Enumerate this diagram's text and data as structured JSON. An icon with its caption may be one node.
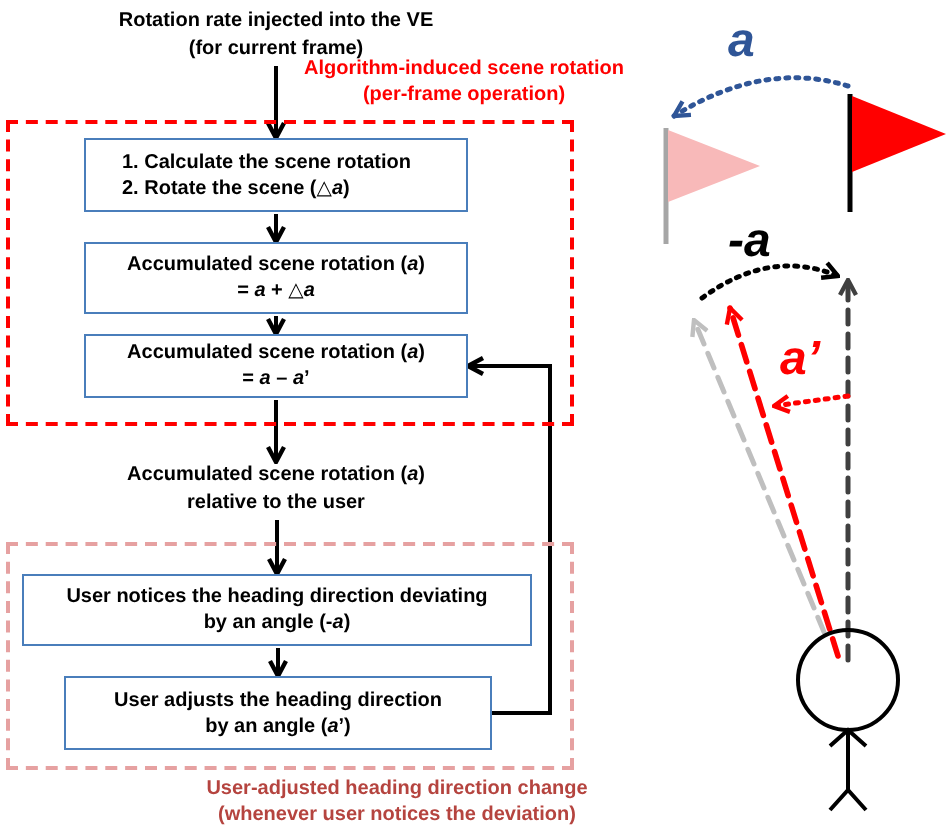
{
  "diagram": {
    "nodes": [
      {
        "text": [
          "Rotation rate injected into the VE (for current frame)"
        ]
      },
      {
        "text": [
          "Algorithm-induced scene rotation (per-frame operation)"
        ]
      },
      {
        "text": [
          "1. Calculate the scene rotation",
          "2. Rotate the scene (△*a*)"
        ],
        "in": 1
      },
      {
        "text": [
          "Accumulated scene rotation (*a*)",
          "= *a* + △*a*"
        ],
        "in": 1
      },
      {
        "text": [
          "Accumulated scene rotation (*a*)",
          "= *a* – *a*’"
        ],
        "in": 1
      },
      {
        "text": [
          "Accumulated scene rotation (*a*) relative to the user"
        ]
      },
      {
        "text": [
          "User-adjusted heading direction change (whenever user notices the deviation)"
        ]
      },
      {
        "text": [
          "User notices the heading direction deviating by an angle (-*a*)"
        ],
        "in": 6
      },
      {
        "text": [
          "User adjusts the heading direction by an angle (*a*’)"
        ],
        "in": 6
      }
    ],
    "edges": [
      {
        "from": 0,
        "to": 2,
        "arrow": "to"
      },
      {
        "from": 2,
        "to": 3,
        "arrow": "to"
      },
      {
        "from": 3,
        "to": 4,
        "arrow": "to"
      },
      {
        "from": 4,
        "to": 5,
        "arrow": "to"
      },
      {
        "from": 5,
        "to": 7,
        "arrow": "to"
      },
      {
        "from": 7,
        "to": 8,
        "arrow": "to"
      },
      {
        "from": 8,
        "to": 4,
        "arrow": "to"
      }
    ],
    "labels": [
      "a",
      "-a",
      "a’"
    ]
  }
}
